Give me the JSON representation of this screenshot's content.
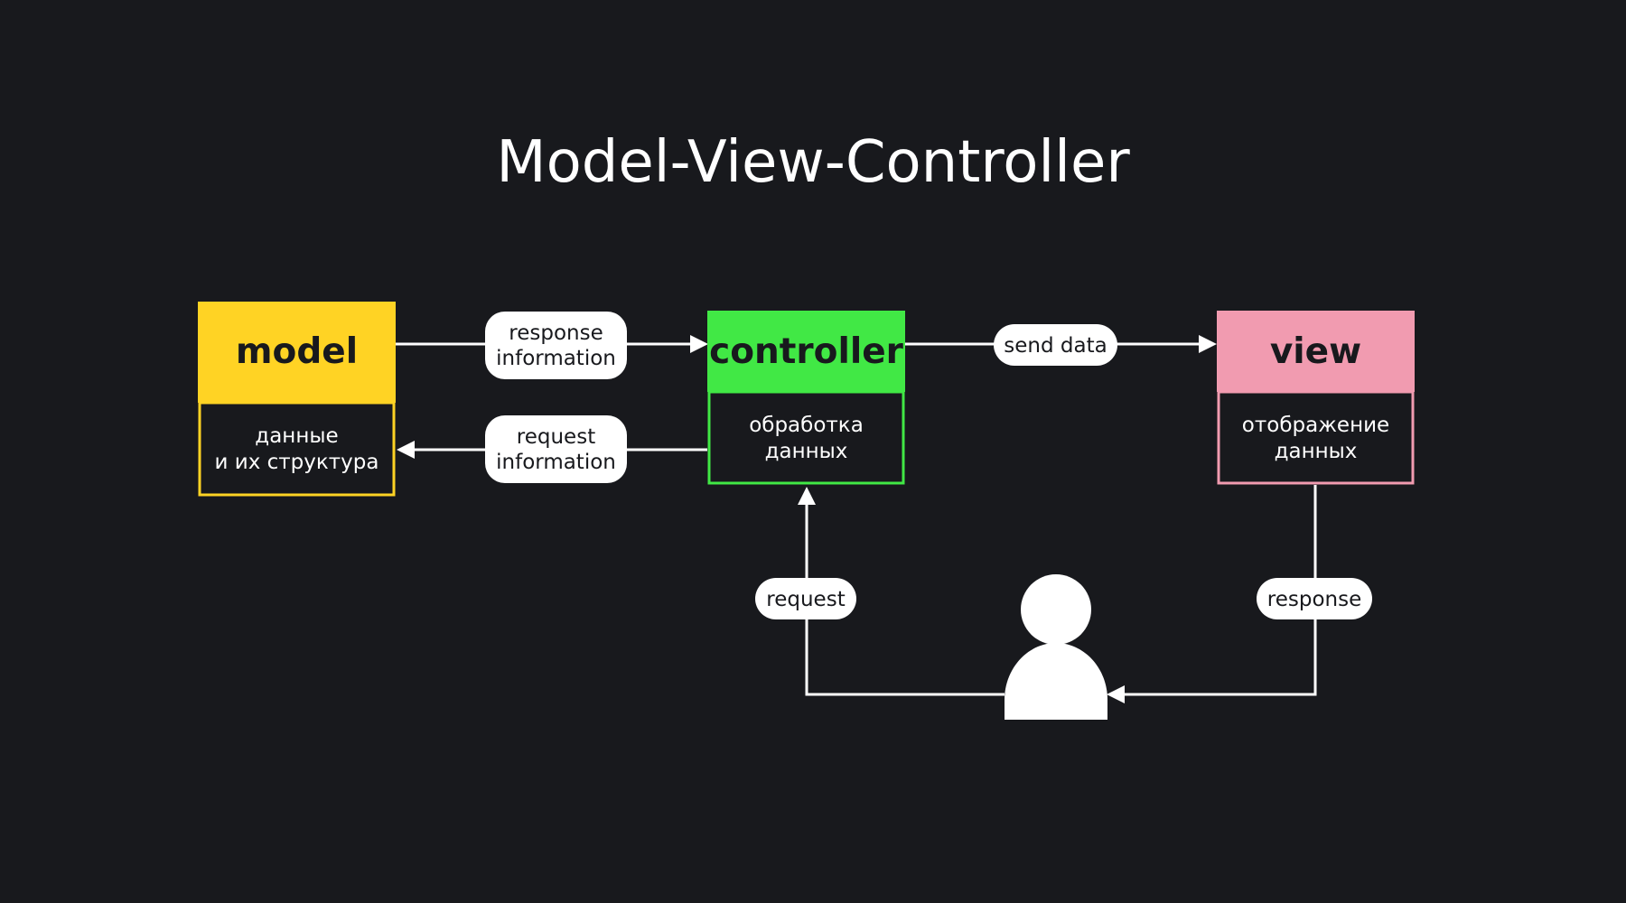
{
  "title": "Model-View-Controller",
  "colors": {
    "background": "#18191d",
    "model": "#ffd324",
    "controller": "#41e845",
    "view": "#f19bb0",
    "text_dark": "#18191d",
    "line": "#ffffff"
  },
  "nodes": {
    "model": {
      "title": "model",
      "description": [
        "данные",
        "и их структура"
      ]
    },
    "controller": {
      "title": "controller",
      "description": [
        "обработка",
        "данных"
      ]
    },
    "view": {
      "title": "view",
      "description": [
        "отображение",
        "данных"
      ]
    },
    "user": {
      "icon": "user-icon"
    }
  },
  "edges": {
    "response_information": [
      "response",
      "information"
    ],
    "request_information": [
      "request",
      "information"
    ],
    "send_data": "send data",
    "request": "request",
    "response": "response"
  }
}
